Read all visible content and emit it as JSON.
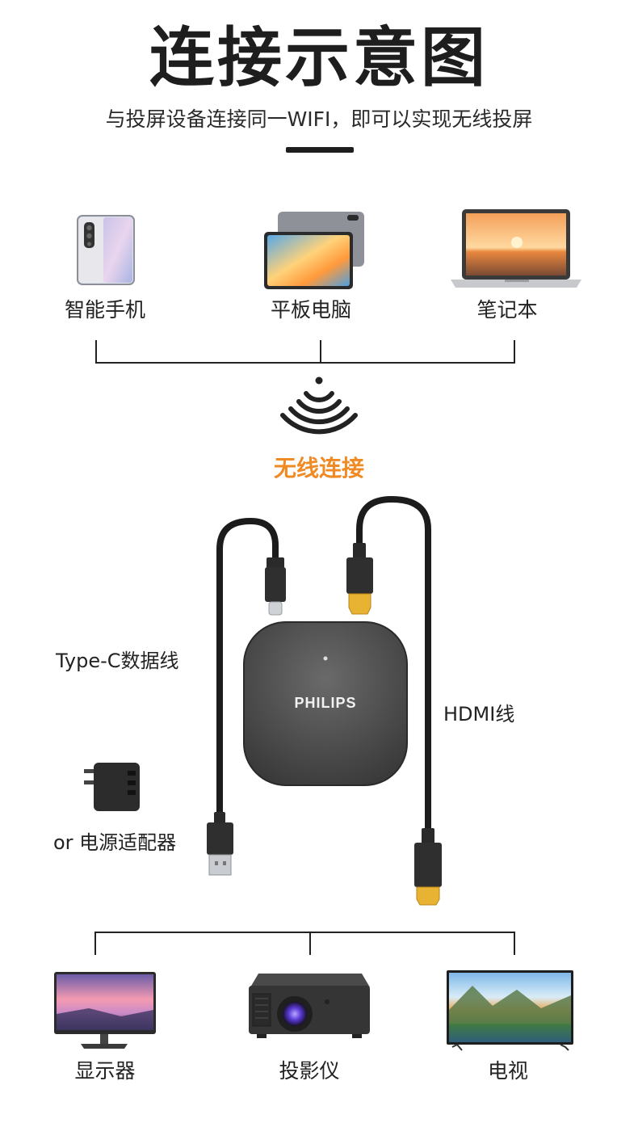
{
  "header": {
    "title": "连接示意图",
    "subtitle": "与投屏设备连接同一WIFI，即可以实现无线投屏"
  },
  "sources": [
    {
      "label": "智能手机",
      "icon": "phone-icon"
    },
    {
      "label": "平板电脑",
      "icon": "tablet-icon"
    },
    {
      "label": "笔记本",
      "icon": "laptop-icon"
    }
  ],
  "wireless": {
    "label": "无线连接",
    "icon": "wifi-signal-icon"
  },
  "device": {
    "brand": "PHILIPS"
  },
  "cables": {
    "typec_label": "Type-C数据线",
    "adapter_label": "or 电源适配器",
    "hdmi_label": "HDMI线"
  },
  "outputs": [
    {
      "label": "显示器",
      "icon": "monitor-icon"
    },
    {
      "label": "投影仪",
      "icon": "projector-icon"
    },
    {
      "label": "电视",
      "icon": "tv-icon"
    }
  ],
  "colors": {
    "accent": "#f08a24",
    "dark": "#1e1e1e"
  }
}
